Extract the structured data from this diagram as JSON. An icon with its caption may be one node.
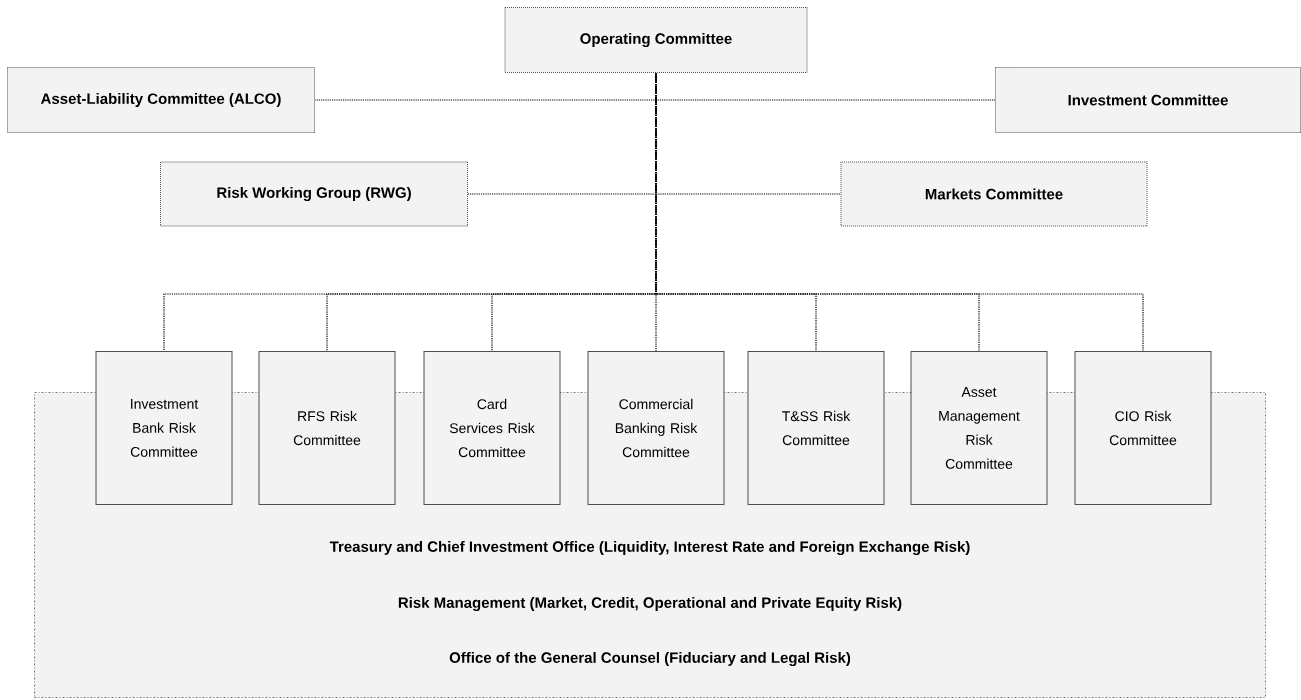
{
  "diagram": {
    "nodes": [
      {
        "text": [
          "Operating Committee"
        ]
      },
      {
        "text": [
          "Asset-Liability Committee (ALCO)"
        ]
      },
      {
        "text": [
          "Investment Committee"
        ]
      },
      {
        "text": [
          "Risk Working Group (RWG)"
        ]
      },
      {
        "text": [
          "Markets Committee"
        ]
      },
      {
        "text": [
          "Treasury and Chief Investment Office (Liquidity, Interest Rate and Foreign Exchange Risk)",
          "Risk Management (Market, Credit, Operational and Private Equity Risk)",
          "Office of the General Counsel (Fiduciary and Legal Risk)"
        ]
      },
      {
        "text": [
          "Investment Bank Risk Committee"
        ]
      },
      {
        "text": [
          "RFS Risk Committee"
        ]
      },
      {
        "text": [
          "Card Services Risk Committee"
        ]
      },
      {
        "text": [
          "Commercial Banking Risk Committee"
        ]
      },
      {
        "text": [
          "T&SS Risk Committee"
        ]
      },
      {
        "text": [
          "Asset Management Risk Committee"
        ]
      },
      {
        "text": [
          "CIO Risk Committee"
        ]
      }
    ],
    "edges": [
      {
        "from": 0,
        "to": 1,
        "arrow": "none"
      },
      {
        "from": 0,
        "to": 2,
        "arrow": "none"
      },
      {
        "from": 0,
        "to": 3,
        "arrow": "none"
      },
      {
        "from": 0,
        "to": 4,
        "arrow": "none"
      },
      {
        "from": 0,
        "to": 6,
        "arrow": "none"
      },
      {
        "from": 0,
        "to": 7,
        "arrow": "none"
      },
      {
        "from": 0,
        "to": 8,
        "arrow": "none"
      },
      {
        "from": 0,
        "to": 9,
        "arrow": "none"
      },
      {
        "from": 0,
        "to": 10,
        "arrow": "none"
      },
      {
        "from": 0,
        "to": 11,
        "arrow": "none"
      },
      {
        "from": 0,
        "to": 12,
        "arrow": "none"
      }
    ]
  }
}
